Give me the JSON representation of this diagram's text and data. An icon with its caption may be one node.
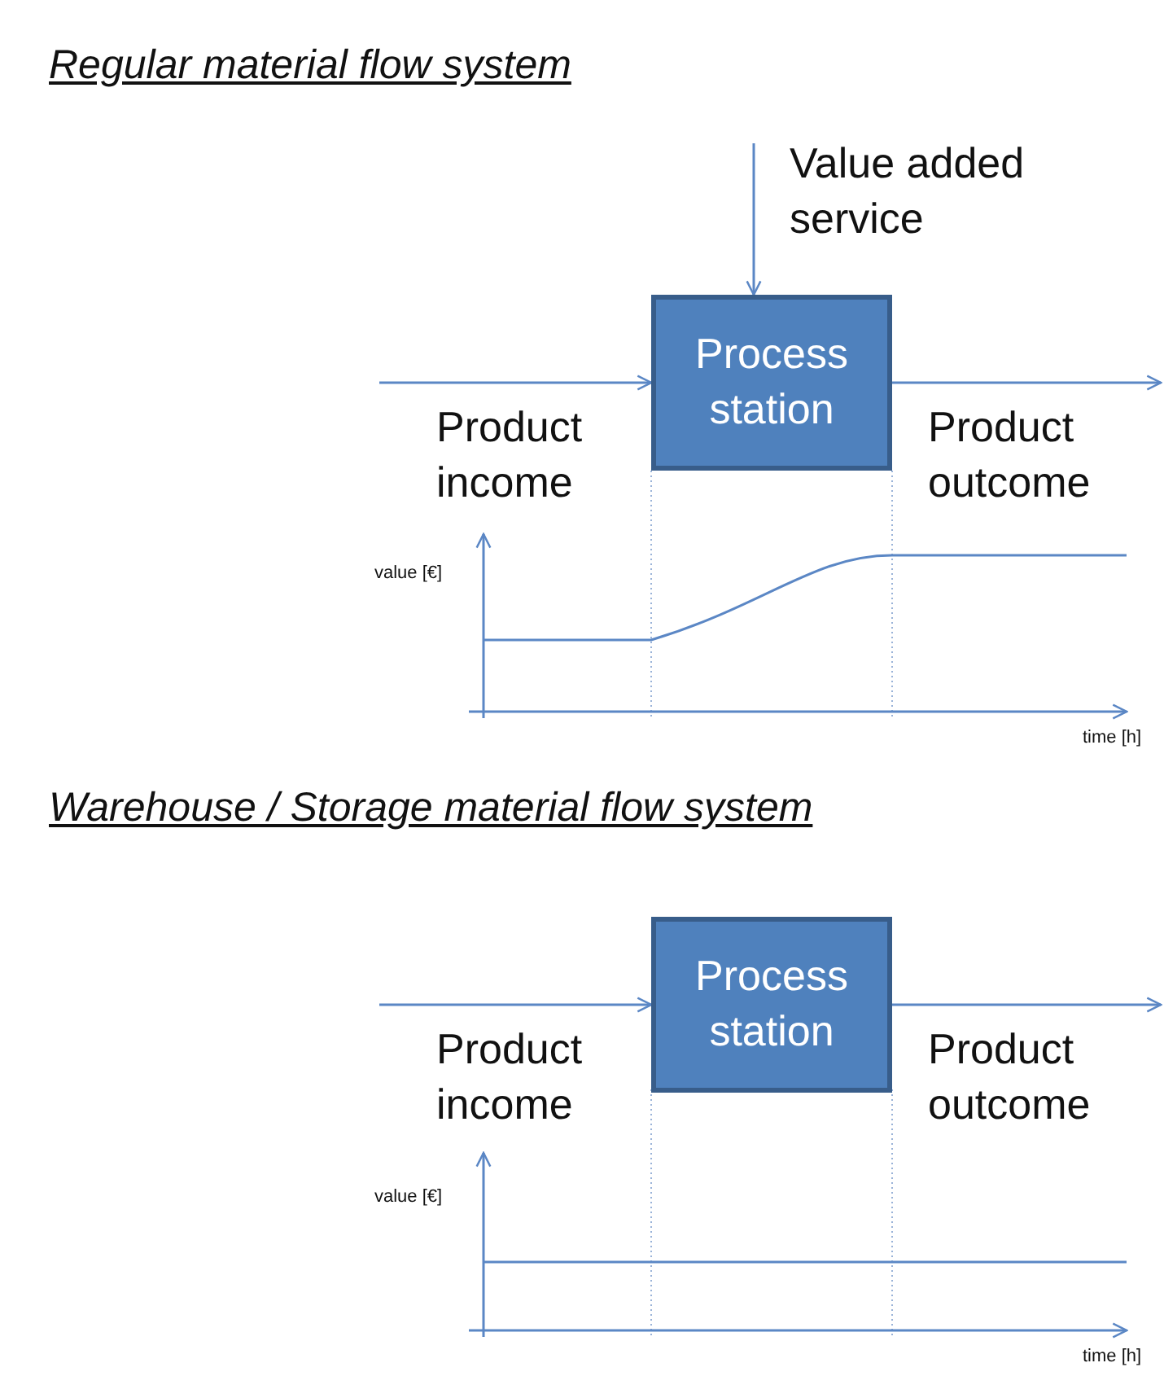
{
  "diagram": {
    "nodes": [
      {
        "text": [
          "Process station"
        ]
      },
      {
        "text": [
          "Value added service"
        ]
      },
      {
        "text": [
          "Process station"
        ]
      }
    ],
    "edges": [
      {
        "from": null,
        "to": 0,
        "arrow": "to"
      },
      {
        "from": 0,
        "to": null,
        "arrow": "to"
      },
      {
        "from": 1,
        "to": 0,
        "arrow": "to"
      },
      {
        "from": null,
        "to": 2,
        "arrow": "to"
      },
      {
        "from": 2,
        "to": null,
        "arrow": "to"
      }
    ],
    "labels": [
      "Regular material flow system",
      "Product income",
      "Product outcome",
      "value [€]",
      "time [h]",
      "Warehouse / Storage material flow system",
      "Product income",
      "Product outcome",
      "value [€]",
      "time [h]"
    ]
  }
}
